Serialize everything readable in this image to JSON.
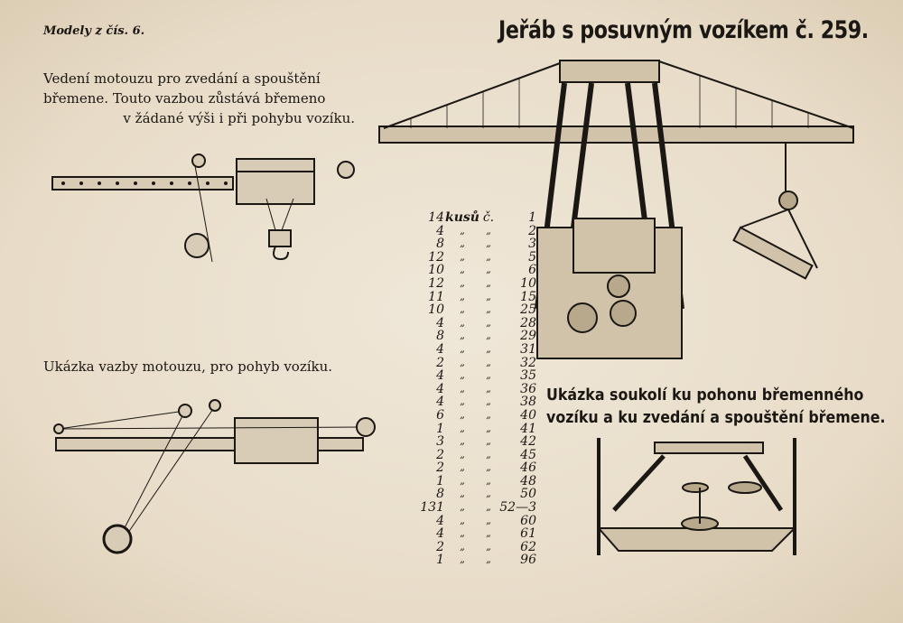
{
  "header": {
    "section": "Modely z čís. 6.",
    "title": "Jeřáb s posuvným vozíkem č. 259."
  },
  "text_lift": [
    "Vedení motouzu pro zvedání a spouštění",
    "břemene. Touto vazbou zůstává břemeno",
    "v žádané výši i při pohybu vozíku."
  ],
  "text_trolley": "Ukázka vazby motouzu, pro pohyb vozíku.",
  "caption": [
    "Ukázka soukolí ku pohonu břemenného",
    "vozíku a ku zvedání a spouštění břemene."
  ],
  "parts_list": {
    "unit_label": "kusů",
    "number_label": "č.",
    "ditto": "„",
    "rows": [
      {
        "qty": "14",
        "part": "1"
      },
      {
        "qty": "4",
        "part": "2"
      },
      {
        "qty": "8",
        "part": "3"
      },
      {
        "qty": "12",
        "part": "5"
      },
      {
        "qty": "10",
        "part": "6"
      },
      {
        "qty": "12",
        "part": "10"
      },
      {
        "qty": "11",
        "part": "15"
      },
      {
        "qty": "10",
        "part": "25"
      },
      {
        "qty": "4",
        "part": "28"
      },
      {
        "qty": "8",
        "part": "29"
      },
      {
        "qty": "4",
        "part": "31"
      },
      {
        "qty": "2",
        "part": "32"
      },
      {
        "qty": "4",
        "part": "35"
      },
      {
        "qty": "4",
        "part": "36"
      },
      {
        "qty": "4",
        "part": "38"
      },
      {
        "qty": "6",
        "part": "40"
      },
      {
        "qty": "1",
        "part": "41"
      },
      {
        "qty": "3",
        "part": "42"
      },
      {
        "qty": "2",
        "part": "45"
      },
      {
        "qty": "2",
        "part": "46"
      },
      {
        "qty": "1",
        "part": "48"
      },
      {
        "qty": "8",
        "part": "50"
      },
      {
        "qty": "131",
        "part": "52—3"
      },
      {
        "qty": "4",
        "part": "60"
      },
      {
        "qty": "4",
        "part": "61"
      },
      {
        "qty": "2",
        "part": "62"
      },
      {
        "qty": "1",
        "part": "96"
      }
    ]
  }
}
